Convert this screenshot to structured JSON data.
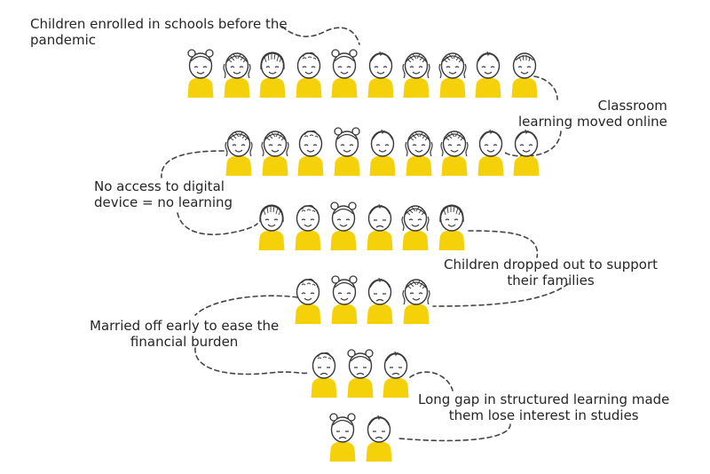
{
  "colors": {
    "shirt": "#F5D10A",
    "skin": "#FFFFFF",
    "line": "#3A3A3A",
    "path": "#444444",
    "text": "#262626"
  },
  "labels": {
    "enrolled": "Children enrolled in schools before the\npandemic",
    "online": "Classroom\nlearning moved online",
    "no_device": "No access to digital\ndevice = no learning",
    "dropped_out": "Children dropped out to support\ntheir families",
    "married": "Married off early to ease the\nfinancial burden",
    "long_gap": "Long gap in structured learning made\nthem lose interest in studies"
  },
  "rows": [
    {
      "id": "row-1",
      "count": 10,
      "faces": [
        "girl-buns",
        "girl-braids",
        "girl-bob",
        "boy-curly",
        "girl-buns",
        "boy",
        "girl-braids",
        "girl-braids",
        "boy",
        "boy-tuft"
      ]
    },
    {
      "id": "row-2",
      "count": 9,
      "faces": [
        "girl-braids",
        "girl-braids",
        "boy-curly",
        "girl-buns",
        "boy",
        "girl-braids",
        "girl-braids",
        "boy",
        "boy"
      ]
    },
    {
      "id": "row-3",
      "count": 6,
      "faces": [
        "girl-bob",
        "boy-curly",
        "girl-buns",
        "boy-sad",
        "girl-braids",
        "girl-bob"
      ]
    },
    {
      "id": "row-4",
      "count": 4,
      "faces": [
        "boy-curly",
        "girl-buns",
        "boy-sad",
        "girl-braids"
      ]
    },
    {
      "id": "row-5",
      "count": 3,
      "faces": [
        "boy-curly-sad",
        "girl-buns-sad",
        "boy-sad"
      ]
    },
    {
      "id": "row-6",
      "count": 2,
      "faces": [
        "girl-buns-sad",
        "boy-sad"
      ]
    }
  ]
}
